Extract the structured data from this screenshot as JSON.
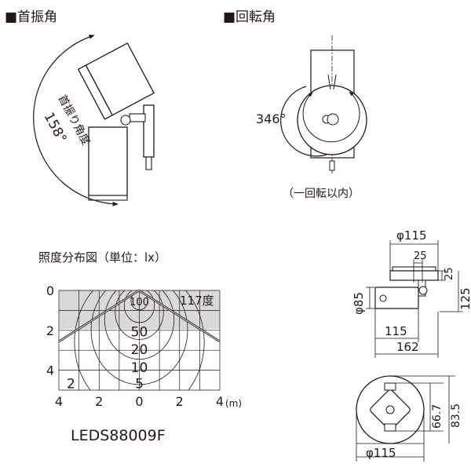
{
  "swing": {
    "title": "■首振角",
    "label": "首振り角度",
    "angle": "158°"
  },
  "rotation": {
    "title": "■回転角",
    "angle": "346°",
    "note": "（一回転以内）"
  },
  "distribution": {
    "title": "照度分布図（単位：lx）",
    "beam_angle": "117度",
    "x_unit": "(m)",
    "model": "LEDS88009F"
  },
  "chart_data": {
    "type": "contour",
    "title": "照度分布図（単位：lx）",
    "x_ticks": [
      "4",
      "2",
      "0",
      "2",
      "4"
    ],
    "y_ticks": [
      "0",
      "2",
      "4"
    ],
    "x_unit": "m",
    "xlim": [
      -4,
      4
    ],
    "ylim": [
      0,
      5
    ],
    "isolux_labels": [
      "100",
      "50",
      "20",
      "10",
      "5",
      "2"
    ],
    "beam_angle_label": "117度"
  },
  "dims": {
    "diameter_top": "φ115",
    "d25a": "25",
    "d25b": "25",
    "d85": "φ85",
    "d125": "125",
    "d115": "115",
    "d162": "162",
    "d66": "66.7",
    "d83": "83.5",
    "diameter_bottom": "φ115"
  }
}
